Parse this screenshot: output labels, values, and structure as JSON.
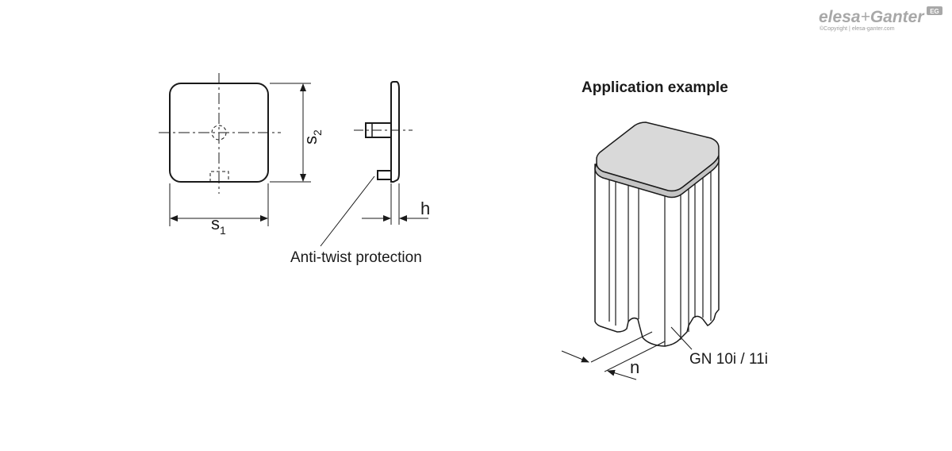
{
  "labels": {
    "s1": "s",
    "s1_sub": "1",
    "s2": "s",
    "s2_sub": "2",
    "h": "h",
    "anti_twist": "Anti-twist protection",
    "application_title": "Application example",
    "product": "GN 10i / 11i",
    "n": "n"
  },
  "logo": {
    "brand_left": "elesa",
    "brand_plus": "+",
    "brand_right": "Ganter",
    "copyright": "©Copyright | elesa-ganter.com",
    "badge": "EG"
  },
  "colors": {
    "line": "#1a1a1a",
    "cap_fill": "#d9d9d9",
    "cap_side": "#c4c4c4",
    "profile_fill": "#ffffff",
    "logo_gray": "#a8a8a8"
  }
}
